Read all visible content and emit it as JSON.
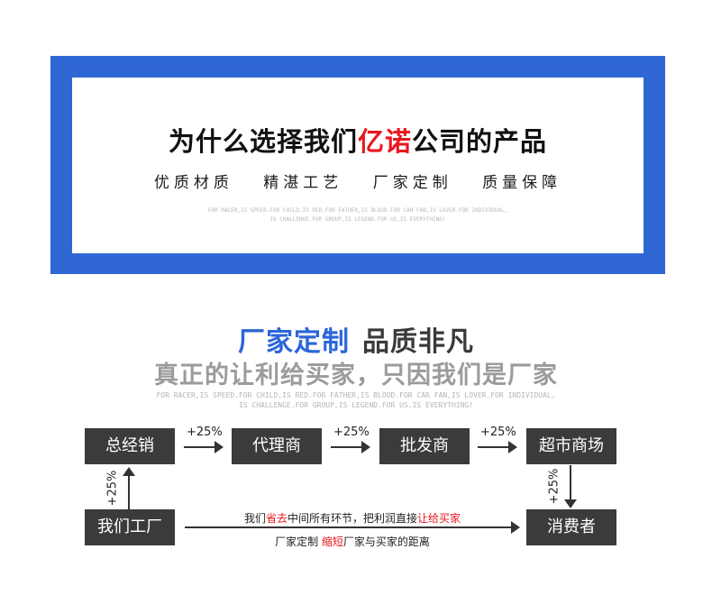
{
  "banner": {
    "title_pre": "为什么选择我们",
    "title_brand": "亿诺",
    "title_post": "公司的产品",
    "features": [
      "优质材质",
      "精湛工艺",
      "厂家定制",
      "质量保障"
    ],
    "english_line1": "FOR RACER,IS SPEED.FOR CHILD,IS RED.FOR FATHER,IS BLOOD.FOR CAR FAN,IS LOVER.FOR INDIVIDUAL,",
    "english_line2": "IS CHALLENGE.FOR GROUP,IS LEGEND.FOR US,IS EVERYTHING!"
  },
  "section": {
    "heading_blue": "厂家定制",
    "heading_dark": "品质非凡",
    "subtitle": "真正的让利给买家，只因我们是厂家",
    "english_line1": "FOR RACER,IS SPEED.FOR CHILD,IS RED.FOR FATHER,IS BLOOD.FOR CAR FAN,IS LOVER.FOR INDIVIDUAL,",
    "english_line2": "IS CHALLENGE.FOR GROUP,IS LEGEND.FOR US,IS EVERYTHING!"
  },
  "flow": {
    "nodes": {
      "general_distributor": "总经销",
      "agent": "代理商",
      "wholesaler": "批发商",
      "supermarket": "超市商场",
      "factory": "我们工厂",
      "consumer": "消费者"
    },
    "markup": "+25%",
    "note_top": {
      "part1": "我们",
      "part2_red": "省去",
      "part3": "中间所有环节，把利润直接",
      "part4_red": "让给买家"
    },
    "note_bottom": {
      "part1": "厂家定制 ",
      "part2_red": "缩短",
      "part3": "厂家与买家的距离"
    }
  },
  "colors": {
    "frame_blue": "#2F67D4",
    "heading_blue": "#2B66D9",
    "brand_red": "#E8161D",
    "node_bg": "#3B3B3B",
    "subtitle_gray": "#9B9B9B"
  }
}
